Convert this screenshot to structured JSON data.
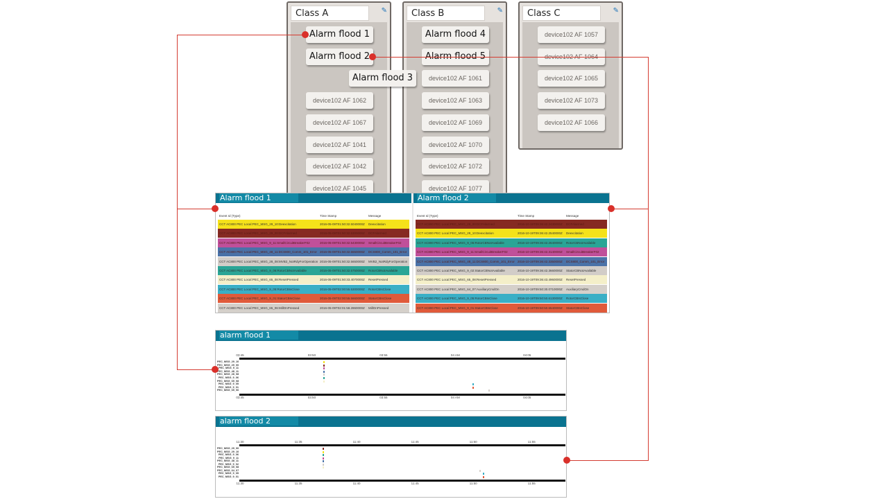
{
  "classes": [
    {
      "title": "Class A",
      "items": [
        {
          "label": "Alarm flood 1",
          "big": true
        },
        {
          "label": "Alarm flood 2",
          "big": true
        },
        {
          "label": "Alarm flood 3",
          "big": true,
          "offset": true
        },
        {
          "label": "device102 AF 1062"
        },
        {
          "label": "device102 AF 1067"
        },
        {
          "label": "device102 AF 1041"
        },
        {
          "label": "device102 AF 1042"
        },
        {
          "label": "device102 AF 1045"
        }
      ]
    },
    {
      "title": "Class B",
      "items": [
        {
          "label": "Alarm flood 4",
          "big": true
        },
        {
          "label": "Alarm flood 5",
          "big": true
        },
        {
          "label": "device102 AF 1061"
        },
        {
          "label": "device102 AF 1063"
        },
        {
          "label": "device102 AF 1069"
        },
        {
          "label": "device102 AF 1070"
        },
        {
          "label": "device102 AF 1072"
        },
        {
          "label": "device102 AF 1077"
        }
      ]
    },
    {
      "title": "Class C",
      "items": [
        {
          "label": "device102 AF 1057"
        },
        {
          "label": "device102 AF 1064"
        },
        {
          "label": "device102 AF 1065"
        },
        {
          "label": "device102 AF 1073"
        },
        {
          "label": "device102 AF 1066"
        }
      ]
    }
  ],
  "tables": [
    {
      "title": "Alarm flood 1",
      "columns": [
        "Event Id (Type)",
        "Time Stamp",
        "Message"
      ],
      "rows": [
        {
          "id": "CCT AC800 PEC Local:PEC_MSG_29_10:Deexcitation",
          "ts": "2016-05-09T01:50:32.5040000Z",
          "msg": "Deexcitation",
          "color": "#f5e21a"
        },
        {
          "id": "CCT AC800 PEC Local:PEC_MSG_29_00:DCFAlarmed",
          "ts": "2016-05-09T01:50:32.5300000Z",
          "msg": "DCFAlarmed",
          "color": "#862a22"
        },
        {
          "id": "CCT AC800 PEC Local:PEC_MSG_9_11:SmallCircuitBreakerF02",
          "ts": "2016-05-09T01:50:32.5430000Z",
          "msg": "SmallCircuitBreakerF02",
          "color": "#c0509a"
        },
        {
          "id": "CCT AC800 PEC Local:PEC_MSG_48_11:DCS800_Comm_101_Error",
          "ts": "2016-05-09T01:50:32.5550000Z",
          "msg": "DCS800_Comm_101_Error",
          "color": "#4a72a8"
        },
        {
          "id": "CCT AC800 PEC Local:PEC_MSG_28_08:MVB2_NotRdyForOperation",
          "ts": "2016-05-09T01:50:32.5650000Z",
          "msg": "MVB2_NotRdyForOperation",
          "color": "#d2cdc8"
        },
        {
          "id": "CCT AC800 PEC Local:PEC_MSG_9_06:RotorCBNotAvailable",
          "ts": "2016-05-09T01:50:32.5750000Z",
          "msg": "RotorCBNotAvailable",
          "color": "#2aa596"
        },
        {
          "id": "CCT AC800 PEC Local:PEC_MSG_65_08:ResetPressed",
          "ts": "2016-05-09T01:50:33.4070000Z",
          "msg": "ResetPressed",
          "color": "#f4efc9"
        },
        {
          "id": "CCT AC800 PEC Local:PEC_MSG_9_05:RotorCBIsClose",
          "ts": "2016-05-09T02:00:55.5300000Z",
          "msg": "RotorCBIsClose",
          "color": "#3aafc6"
        },
        {
          "id": "CCT AC800 PEC Local:PEC_MSG_9_01:StatorCBIsClose",
          "ts": "2016-05-09T02:00:55.5660000Z",
          "msg": "StatorCBIsClose",
          "color": "#e05a3a"
        },
        {
          "id": "CCT AC800 PEC Local:PEC_MSG_65_06:MillOnPressed",
          "ts": "2016-05-09T02:01:58.2860000Z",
          "msg": "MillOnPressed",
          "color": "#d5d0ca"
        }
      ]
    },
    {
      "title": "Alarm flood 2",
      "columns": [
        "Event Id (Type)",
        "Time Stamp",
        "Message"
      ],
      "rows": [
        {
          "id": "CCT AC800 PEC Local:PEC_MSG_29_00:DCFAlarmed",
          "ts": "2016-10-19T09:36:42.2430000Z",
          "msg": "DCFAlarmed",
          "color": "#862a22"
        },
        {
          "id": "CCT AC800 PEC Local:PEC_MSG_29_10:Deexcitation",
          "ts": "2016-10-19T09:36:42.2540000Z",
          "msg": "Deexcitation",
          "color": "#f5e21a"
        },
        {
          "id": "CCT AC800 PEC Local:PEC_MSG_9_06:RotorCBNotAvailable",
          "ts": "2016-10-19T09:36:42.2640000Z",
          "msg": "RotorCBNotAvailable",
          "color": "#2aa596"
        },
        {
          "id": "CCT AC800 PEC Local:PEC_MSG_9_11:SmallCircuitBreakerF02",
          "ts": "2016-10-19T09:36:42.3140000Z",
          "msg": "SmallCircuitBreakerF02",
          "color": "#c0509a"
        },
        {
          "id": "CCT AC800 PEC Local:PEC_MSG_48_11:DCS800_Comm_101_Error",
          "ts": "2016-10-19T09:36:42.3350000Z",
          "msg": "DCS800_Comm_101_Error",
          "color": "#4a72a8"
        },
        {
          "id": "CCT AC800 PEC Local:PEC_MSG_9_02:StatorCBNotAvailable",
          "ts": "2016-10-19T09:36:42.3660000Z",
          "msg": "StatorCBNotAvailable",
          "color": "#d2cdc8"
        },
        {
          "id": "CCT AC800 PEC Local:PEC_MSG_65_08:ResetPressed",
          "ts": "2016-10-19T09:36:43.4960000Z",
          "msg": "ResetPressed",
          "color": "#f4efc9"
        },
        {
          "id": "CCT AC800 PEC Local:PEC_MSG_64_07:AuxiliaryCmdOn",
          "ts": "2016-10-19T09:50:30.0710000Z",
          "msg": "AuxiliaryCmdOn",
          "color": "#d5d0ca"
        },
        {
          "id": "CCT AC800 PEC Local:PEC_MSG_9_05:RotorCBIsClose",
          "ts": "2016-10-19T09:50:50.6130000Z",
          "msg": "RotorCBIsClose",
          "color": "#3aafc6"
        },
        {
          "id": "CCT AC800 PEC Local:PEC_MSG_9_01:StatorCBIsClose",
          "ts": "2016-10-19T09:50:50.6540000Z",
          "msg": "StatorCBIsClose",
          "color": "#e05a3a"
        }
      ]
    }
  ],
  "chart_data": [
    {
      "type": "scatter",
      "title": "alarm flood 1",
      "xrange_min": [
        0,
        22.67
      ],
      "ticks": [
        "03:45",
        "03:50",
        "03:55",
        "04 AM",
        "04:05"
      ],
      "tick_minutes": [
        0,
        5,
        10,
        15,
        20
      ],
      "rows": [
        "PEC_MSG_29_10",
        "PEC_MSG_29_00",
        "PEC_MSG_9_11",
        "PEC_MSG_48_11",
        "PEC_MSG_28_08",
        "PEC_MSG_9_06",
        "PEC_MSG_65_08",
        "PEC_MSG_9_05",
        "PEC_MSG_9_01",
        "PEC_MSG_65_06"
      ],
      "event_minutes": [
        5.8,
        5.8,
        5.8,
        5.8,
        5.8,
        5.8,
        5.8,
        16.2,
        16.2,
        17.3
      ],
      "colors": [
        "#f5e21a",
        "#862a22",
        "#c0509a",
        "#4a72a8",
        "#d2cdc8",
        "#2aa596",
        "#f4efc9",
        "#3aafc6",
        "#e05a3a",
        "#d5d0ca"
      ]
    },
    {
      "type": "scatter",
      "title": "alarm flood 2",
      "xrange_min": [
        0,
        27.9
      ],
      "ticks": [
        "11:30",
        "11:35",
        "11:40",
        "11:45",
        "11:50",
        "11:55"
      ],
      "tick_minutes": [
        0,
        5,
        10,
        15,
        20,
        25
      ],
      "rows": [
        "PEC_MSG_29_00",
        "PEC_MSG_29_10",
        "PEC_MSG_9_06",
        "PEC_MSG_9_11",
        "PEC_MSG_48_11",
        "PEC_MSG_9_02",
        "PEC_MSG_65_08",
        "PEC_MSG_64_07",
        "PEC_MSG_9_05",
        "PEC_MSG_9_01"
      ],
      "event_minutes": [
        7.1,
        7.1,
        7.1,
        7.1,
        7.1,
        7.1,
        7.1,
        20.5,
        20.85,
        20.85
      ],
      "colors": [
        "#862a22",
        "#f5e21a",
        "#2aa596",
        "#c0509a",
        "#4a72a8",
        "#d2cdc8",
        "#f4efc9",
        "#d5d0ca",
        "#3aafc6",
        "#e05a3a"
      ]
    }
  ]
}
